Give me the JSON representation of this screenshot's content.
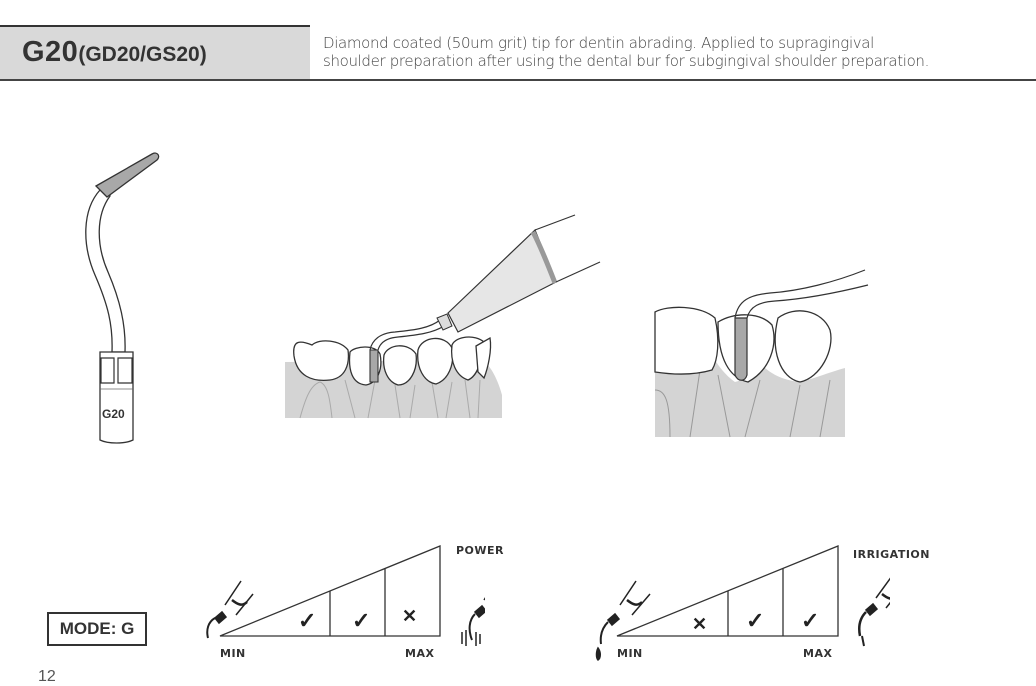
{
  "header": {
    "model": "G20",
    "variants": "(GD20/GS20)",
    "description_line1": "Diamond coated (50um grit) tip for dentin abrading. Applied to supragingival",
    "description_line2": "shoulder preparation after using the dental bur for subgingival shoulder preparation."
  },
  "illustrations": {
    "tip_label": "G20",
    "tip_icon": "ultrasonic-tip",
    "handpiece_icon": "handpiece-on-teeth",
    "closeup_icon": "tip-on-tooth-closeup"
  },
  "mode": {
    "label": "MODE: G"
  },
  "power_scale": {
    "title": "POWER",
    "min_label": "MIN",
    "max_label": "MAX",
    "cells": [
      "✓",
      "✓",
      "✕"
    ]
  },
  "irrigation_scale": {
    "title": "IRRIGATION",
    "min_label": "MIN",
    "max_label": "MAX",
    "cells": [
      "✕",
      "✓",
      "✓"
    ]
  },
  "page": {
    "number": "12"
  },
  "colors": {
    "title_bg": "#d9d9d9",
    "gum": "#d4d4d4",
    "tip_coating": "#a8a8a8",
    "ink": "#333333"
  }
}
